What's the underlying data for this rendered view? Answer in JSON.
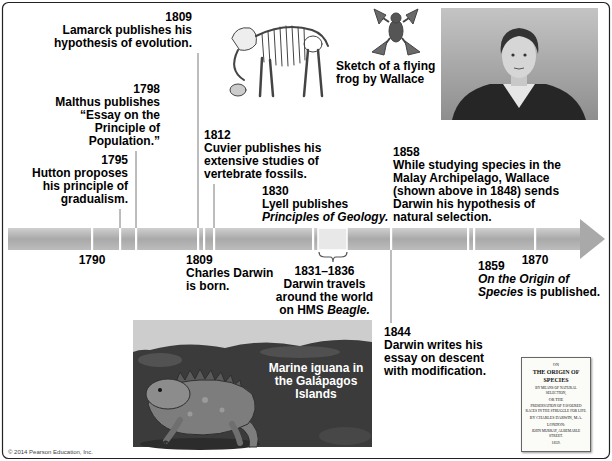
{
  "diagram": {
    "labels": [
      "1809",
      "Lamarck publishes his hypothesis of evolution.",
      "1798",
      "Malthus publishes “Essay on the Principle of Population.”",
      "1795",
      "Hutton proposes his principle of gradualism.",
      "1812",
      "Cuvier publishes his extensive studies of vertebrate fossils.",
      "1830",
      "Lyell publishes",
      "Principles of Geology.",
      "Sketch of a flying frog by Wallace",
      "1858",
      "While studying species in the Malay Archipelago, Wallace (shown above in 1848) sends Darwin his hypothesis of natural selection.",
      "1790",
      "1809",
      "Charles Darwin is born.",
      "1831–1836",
      "Darwin travels around the world on HMS",
      "Beagle.",
      "1844",
      "Darwin writes his essay on descent with modification.",
      "1859",
      "On the Origin of Species",
      "is published.",
      "1870",
      "Marine iguana in the Galápagos Islands",
      "ON",
      "THE ORIGIN OF SPECIES",
      "BY MEANS OF NATURAL SELECTION,",
      "OR THE",
      "PRESERVATION OF FAVOURED RACES IN THE STRUGGLE FOR LIFE.",
      "BY CHARLES DARWIN, M.A.",
      "LONDON:",
      "JOHN MURRAY, ALBEMARLE STREET.",
      "1859.",
      "© 2014 Pearson Education, Inc."
    ]
  }
}
